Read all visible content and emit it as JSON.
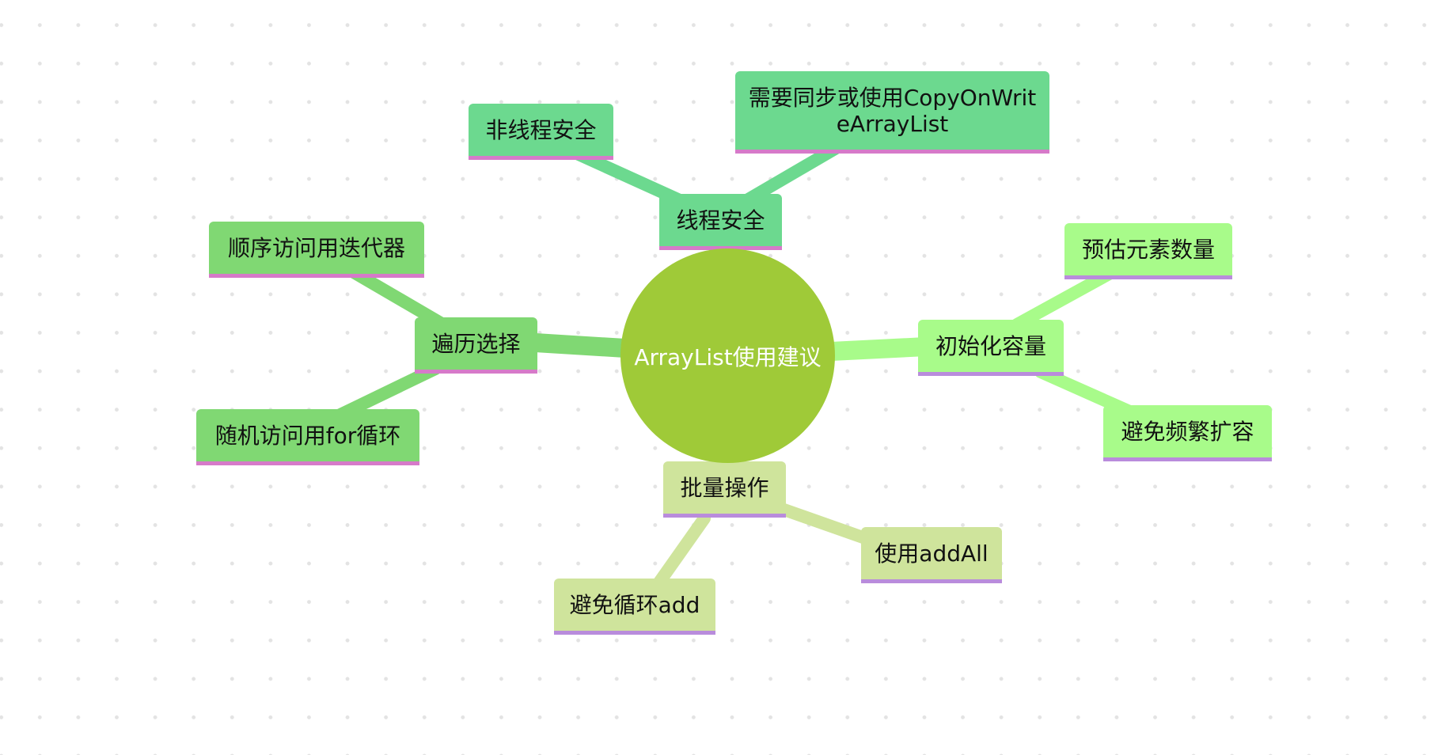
{
  "mindmap": {
    "root": {
      "label": "ArrayList使用建议"
    },
    "branches": [
      {
        "label": "线程安全",
        "children": [
          "非线程安全",
          "需要同步或使用CopyOnWriteArrayList"
        ]
      },
      {
        "label": "遍历选择",
        "children": [
          "顺序访问用迭代器",
          "随机访问用for循环"
        ]
      },
      {
        "label": "初始化容量",
        "children": [
          "预估元素数量",
          "避免频繁扩容"
        ]
      },
      {
        "label": "批量操作",
        "children": [
          "使用addAll",
          "避免循环add"
        ]
      }
    ]
  },
  "colors": {
    "root": "#9fca38",
    "thread_safety": "#6cd98f",
    "traversal": "#80d873",
    "capacity": "#a8fb8a",
    "batch": "#cfe49c"
  }
}
